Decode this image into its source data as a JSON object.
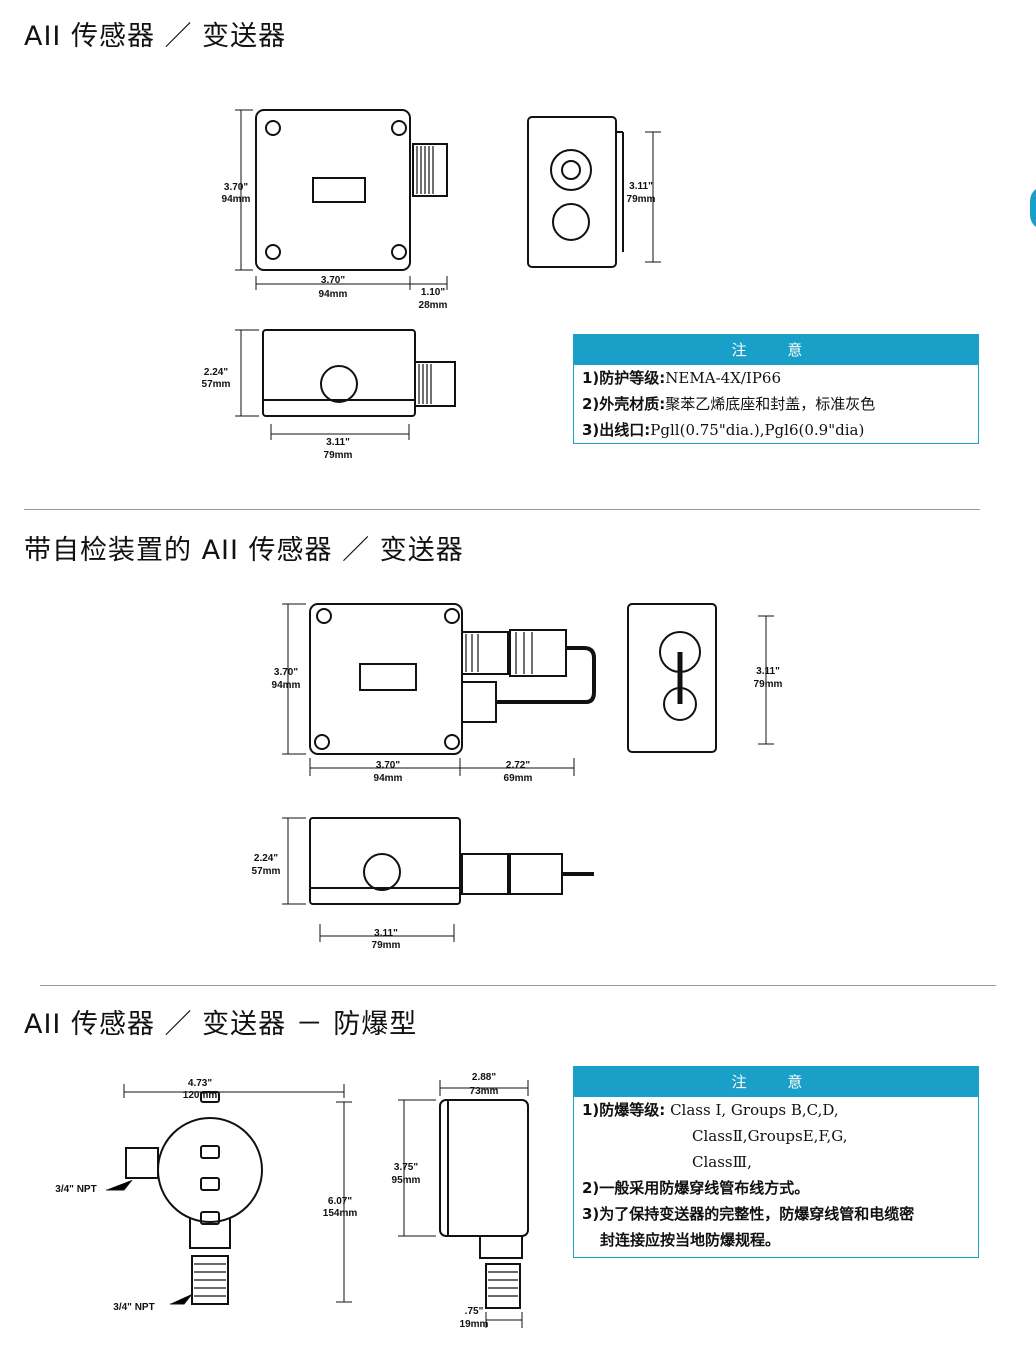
{
  "sections": [
    {
      "title": "AII 传感器 ／ 变送器",
      "note": {
        "heading": "注 意",
        "lines": [
          {
            "label": "1)防护等级:",
            "text": "NEMA-4X/IP66"
          },
          {
            "label": "2)外壳材质:",
            "text": "聚苯乙烯底座和封盖，标准灰色"
          },
          {
            "label": "3)出线口:",
            "text": "Pgll(0.75\"dia.),Pgl6(0.9\"dia)"
          }
        ]
      },
      "drawing_labels": {
        "front_h_in": "3.70\"",
        "front_h_mm": "94mm",
        "front_w_in": "3.70\"",
        "front_w_mm": "94mm",
        "gland_in": "1.10\"",
        "gland_mm": "28mm",
        "side_h_in": "3.11\"",
        "side_h_mm": "79mm",
        "bottom_h_in": "2.24\"",
        "bottom_h_mm": "57mm",
        "bottom_w_in": "3.11\"",
        "bottom_w_mm": "79mm"
      }
    },
    {
      "title": "带自检装置的 AII 传感器 ／ 变送器",
      "drawing_labels": {
        "front_h_in": "3.70\"",
        "front_h_mm": "94mm",
        "front_w_in": "3.70\"",
        "front_w_mm": "94mm",
        "cable_in": "2.72\"",
        "cable_mm": "69mm",
        "side_h_in": "3.11\"",
        "side_h_mm": "79mm",
        "bottom_h_in": "2.24\"",
        "bottom_h_mm": "57mm",
        "bottom_w_in": "3.11\"",
        "bottom_w_mm": "79mm"
      }
    },
    {
      "title": "AII 传感器 ／ 变送器 － 防爆型",
      "note": {
        "heading": "注 意",
        "line1_label": "1)防爆等级:",
        "line1_text": "Class Ⅰ, Groups B,C,D,",
        "line1b": "ClassⅡ,GroupsE,F,G,",
        "line1c": "ClassⅢ,",
        "line2": "2)一般采用防爆穿线管布线方式。",
        "line3": "3)为了保持变送器的完整性，防爆穿线管和电缆密",
        "line3b": "封连接应按当地防爆规程。"
      },
      "drawing_labels": {
        "width_in": "4.73\"",
        "width_mm": "120mm",
        "npt_top": "3/4\" NPT",
        "npt_bottom": "3/4\" NPT",
        "height_in": "6.07\"",
        "height_mm": "154mm",
        "depth_in": "2.88\"",
        "depth_mm": "73mm",
        "side_h_in": "3.75\"",
        "side_h_mm": "95mm",
        "stem_in": ".75\"",
        "stem_mm": "19mm"
      }
    }
  ]
}
